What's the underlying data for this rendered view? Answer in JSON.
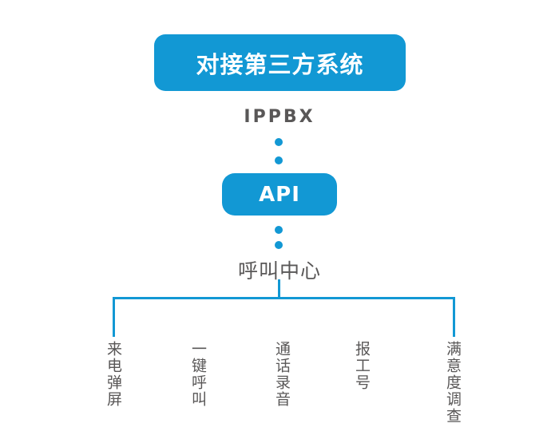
{
  "diagram": {
    "title_box": {
      "label": "对接第三方系统"
    },
    "source_node": {
      "label": "IPPBX"
    },
    "api_node": {
      "label": "API"
    },
    "hub_node": {
      "label": "呼叫中心"
    },
    "features": [
      {
        "label": "来电弹屏"
      },
      {
        "label": "一键呼叫"
      },
      {
        "label": "通话录音"
      },
      {
        "label": "报工号"
      },
      {
        "label": "满意度调查"
      }
    ],
    "colors": {
      "accent": "#1298d4",
      "text_gray": "#595757",
      "node_text": "#ffffff",
      "background": "#ffffff"
    }
  }
}
